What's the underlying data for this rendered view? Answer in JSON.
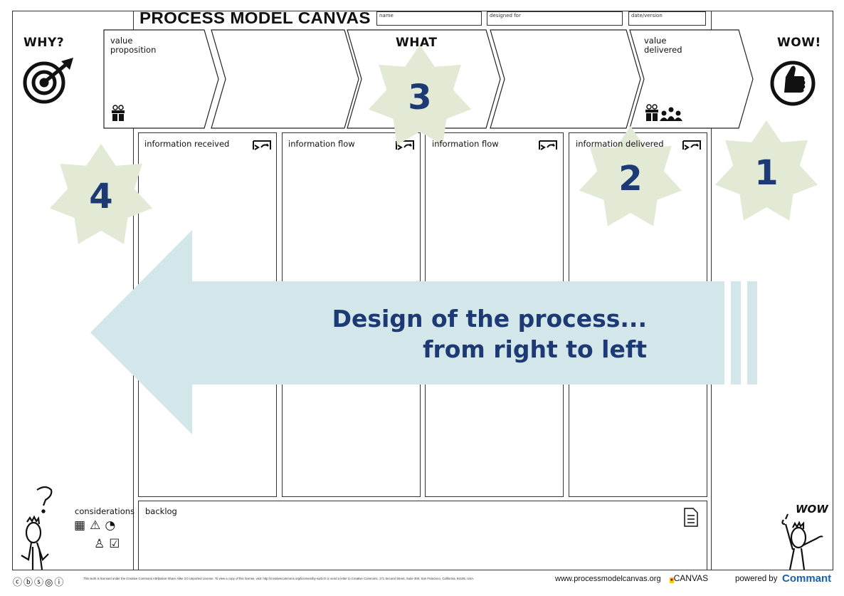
{
  "header": {
    "title": "PROCESS MODEL CANVAS",
    "fields": [
      {
        "label": "name",
        "value": ""
      },
      {
        "label": "designed for",
        "value": ""
      },
      {
        "label": "date/version",
        "value": ""
      }
    ]
  },
  "left": {
    "heading": "WHY?",
    "considerations_label": "considerations",
    "icons": [
      "target-icon",
      "monitor-icon",
      "warning-icon",
      "gauge-icon",
      "person-icon",
      "checklist-icon"
    ]
  },
  "right": {
    "heading": "WOW!",
    "sketch_text": "WOW",
    "icons": [
      "thumbs-up-icon"
    ]
  },
  "what": {
    "heading": "WHAT",
    "steps": [
      {
        "label": "value\nproposition"
      },
      {
        "label": ""
      },
      {
        "label": ""
      },
      {
        "label": ""
      },
      {
        "label": "value\ndelivered"
      }
    ]
  },
  "columns": [
    {
      "label": "information received"
    },
    {
      "label": "information flow"
    },
    {
      "label": "information flow"
    },
    {
      "label": "information delivered"
    }
  ],
  "backlog": {
    "label": "backlog"
  },
  "overlay": {
    "steps": [
      "4",
      "3",
      "2",
      "1"
    ],
    "arrow_text": [
      "Design of the process...",
      "from right to left"
    ],
    "star_color": "#e2ead6",
    "arrow_color": "#d3e6ea",
    "text_color": "#1e3a74"
  },
  "footer": {
    "license": "This work is licensed under the Creative Commons Attribution-Share Alike 3.0 Unported License. To view a copy of this license, visit: http://creativecommons.org/licenses/by-sa/3.0/ or send a letter to Creative Commons, 171 Second Street, Suite 300, San Francisco, California, 94105, USA.",
    "website": "www.processmodelcanvas.org",
    "logo_text": "CANVAS",
    "powered_by": "powered by",
    "brand": "Commant",
    "cc_icons": [
      "cc-icon",
      "by-icon",
      "sa-icon",
      "share-icon",
      "attribution-icon"
    ]
  }
}
